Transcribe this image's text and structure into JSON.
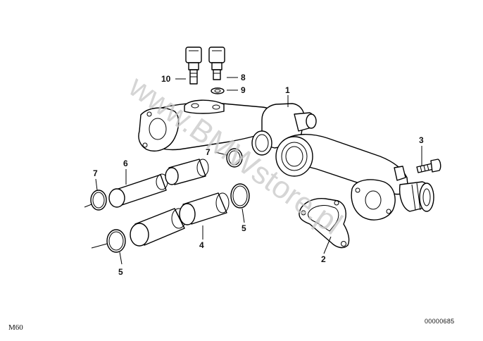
{
  "diagram": {
    "callouts": {
      "c1": "1",
      "c2": "2",
      "c3": "3",
      "c4": "4",
      "c5a": "5",
      "c5b": "5",
      "c6": "6",
      "c7a": "7",
      "c7b": "7",
      "c8": "8",
      "c9": "9",
      "c10": "10"
    },
    "watermark": "www.BMWstore.pl",
    "footer_left": "M60",
    "footer_right": "00000685"
  }
}
